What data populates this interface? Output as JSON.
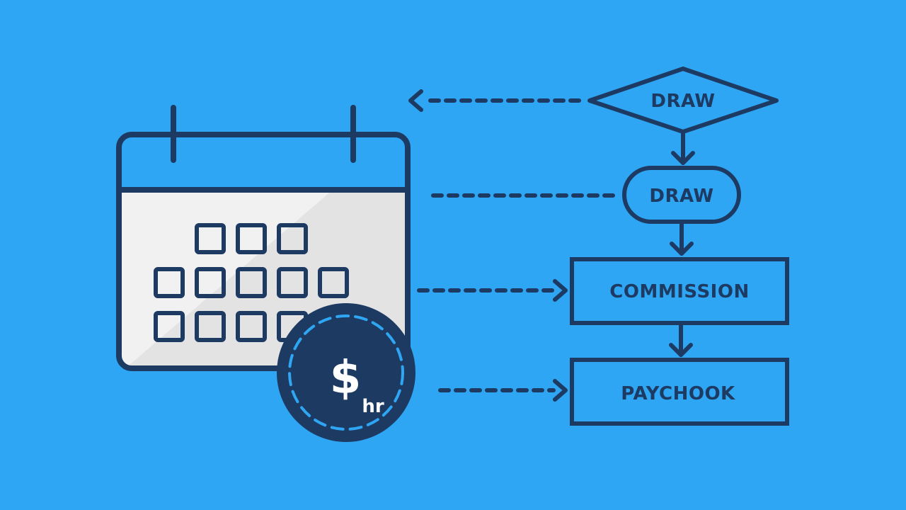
{
  "diagram": {
    "nodes": {
      "decision": {
        "label": "DRAW",
        "shape": "diamond"
      },
      "terminal": {
        "label": "DRAW",
        "shape": "rounded"
      },
      "process_commission": {
        "label": "COMMISSION",
        "shape": "rectangle"
      },
      "process_paycheck": {
        "label": "PAYCHOOK",
        "shape": "rectangle"
      }
    },
    "coin": {
      "symbol": "$",
      "unit": "hr"
    },
    "colors": {
      "background": "#2fa6f3",
      "ink": "#1d3a63",
      "calendar_face": "#f1f1f1",
      "coin_fill": "#1d3a63",
      "coin_dash": "#2fa6f3",
      "coin_text": "#ffffff"
    }
  }
}
